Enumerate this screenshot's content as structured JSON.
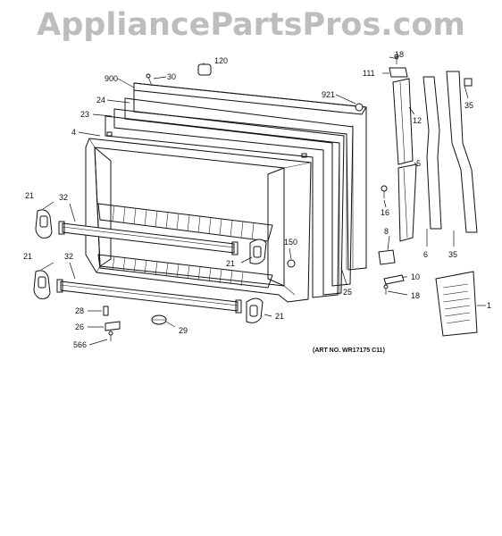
{
  "watermark": "AppliancePartsPros.com",
  "art_number": "(ART NO. WR17175 C11)",
  "callouts": [
    "18",
    "120",
    "30",
    "900",
    "111",
    "24",
    "921",
    "12",
    "35",
    "23",
    "4",
    "5",
    "21",
    "32",
    "16",
    "150",
    "8",
    "21",
    "21",
    "32",
    "10",
    "6",
    "35",
    "25",
    "18",
    "1",
    "28",
    "21",
    "26",
    "29",
    "566"
  ]
}
